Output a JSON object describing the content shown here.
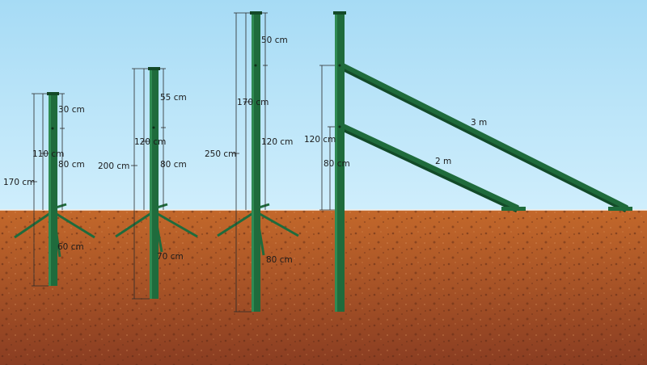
{
  "colors": {
    "sky_top": "#a6dbf5",
    "sky_bottom": "#cfeefc",
    "soil_top": "#c3682b",
    "soil_bottom": "#8a3d22",
    "post": "#1f6b3c",
    "post_dark": "#124a28"
  },
  "posts": {
    "p1": {
      "total": "170 cm",
      "above": "110 cm",
      "top_part": "30 cm",
      "bottom_part": "80 cm",
      "below": "60 cm"
    },
    "p2": {
      "total": "200 cm",
      "above": "120 cm",
      "top_part": "55 cm",
      "bottom_part": "80 cm",
      "below": "70 cm"
    },
    "p3": {
      "total": "250 cm",
      "above": "170 cm",
      "top_part": "50 cm",
      "bottom_part": "120 cm",
      "below": "80 cm"
    },
    "p4": {
      "brace_height": "120 cm",
      "lower_height": "80 cm",
      "brace_long": "3 m",
      "brace_short": "2 m"
    }
  }
}
